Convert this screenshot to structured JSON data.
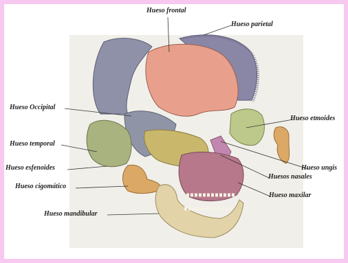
{
  "labels": {
    "frontal": "Hueso frontal",
    "parietal": "Hueso parietal",
    "occipital": "Hueso Occipital",
    "etmoides": "Hueso etmoides",
    "temporal": "Hueso temporal",
    "esfenoides": "Hueso esfenoides",
    "ungis": "Hueso ungis",
    "nasales": "Huesos nasales",
    "cigomatico": "Hueso cigomático",
    "maxilar": "Hueso maxilar",
    "mandibular": "Hueso mandibular"
  },
  "colors": {
    "page_border": "#f7c8f0",
    "frontal": "#e8a08c",
    "parietal": "#8a86a6",
    "occipital": "#8e91a8",
    "temporal": "#a9b37f",
    "sphenoid": "#c9b86b",
    "ethmoid": "#bcc98a",
    "maxilla": "#b6788a",
    "mandible": "#e2d3a8",
    "zygomatic": "#dca866",
    "nasal": "#c287b0"
  }
}
